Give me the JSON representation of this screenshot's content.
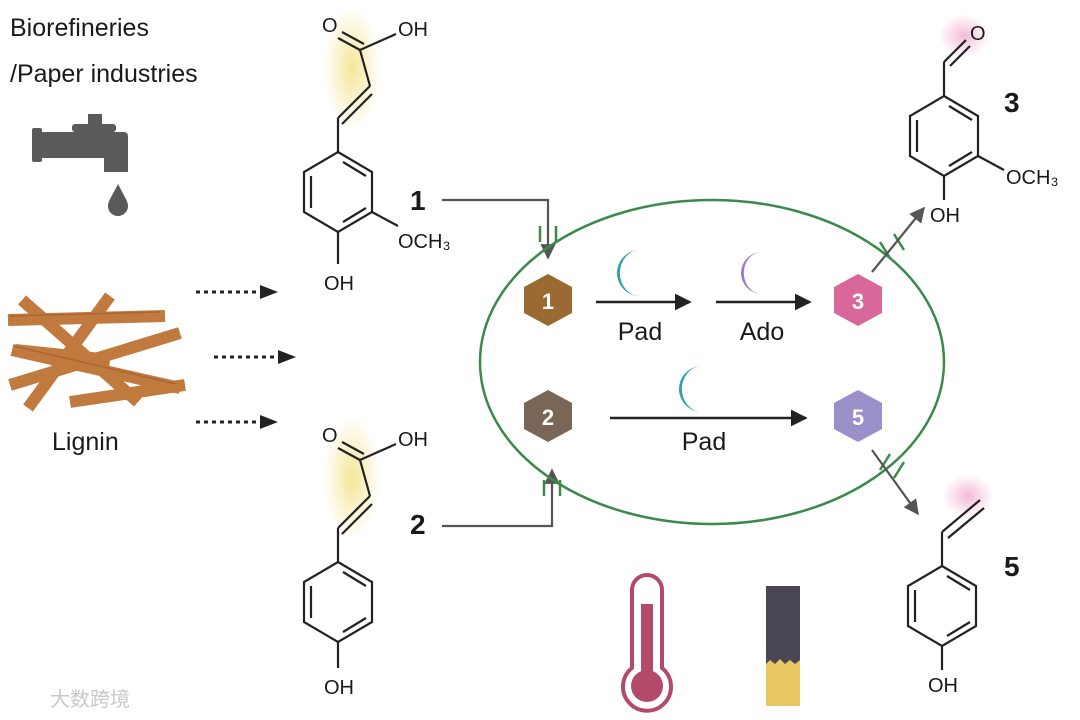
{
  "source_label": {
    "line1": "Biorefineries",
    "line2": "/Paper industries"
  },
  "lignin_label": "Lignin",
  "compounds": {
    "c1": {
      "number": "1",
      "oh_top": "OH",
      "o_top": "O",
      "substituent": "OCH₃",
      "oh_bottom": "OH"
    },
    "c2": {
      "number": "2",
      "oh_top": "OH",
      "o_top": "O",
      "oh_bottom": "OH"
    },
    "c3": {
      "number": "3",
      "o_top": "O",
      "substituent": "OCH₃",
      "oh_bottom": "OH"
    },
    "c5": {
      "number": "5",
      "oh_bottom": "OH"
    }
  },
  "cell": {
    "pathway1": {
      "substrate": "1",
      "enzyme1": "Pad",
      "enzyme2": "Ado",
      "product": "3"
    },
    "pathway2": {
      "substrate": "2",
      "enzyme1": "Pad",
      "product": "5"
    }
  },
  "colors": {
    "membrane": "#3a8a4a",
    "hex_1": "#9a6a32",
    "hex_2": "#7a6656",
    "hex_3": "#d9689a",
    "hex_5": "#9a8fc8",
    "enzyme_pad": "#2ea3a8",
    "enzyme_ado": "#9a7cc6",
    "wood": "#c07a3e",
    "tap": "#5a5a5a",
    "thermometer": "#b34a6a",
    "strip_dark": "#4a4654",
    "strip_yellow": "#e8c860",
    "highlight_yellow": "#f3e38a",
    "highlight_pink": "#f2b8d6"
  },
  "icons": [
    "water-tap-icon",
    "water-drop-icon",
    "lignin-wood-icon",
    "pad-enzyme-icon",
    "ado-enzyme-icon",
    "thermometer-icon",
    "test-strip-icon"
  ],
  "watermark": "大数跨境"
}
